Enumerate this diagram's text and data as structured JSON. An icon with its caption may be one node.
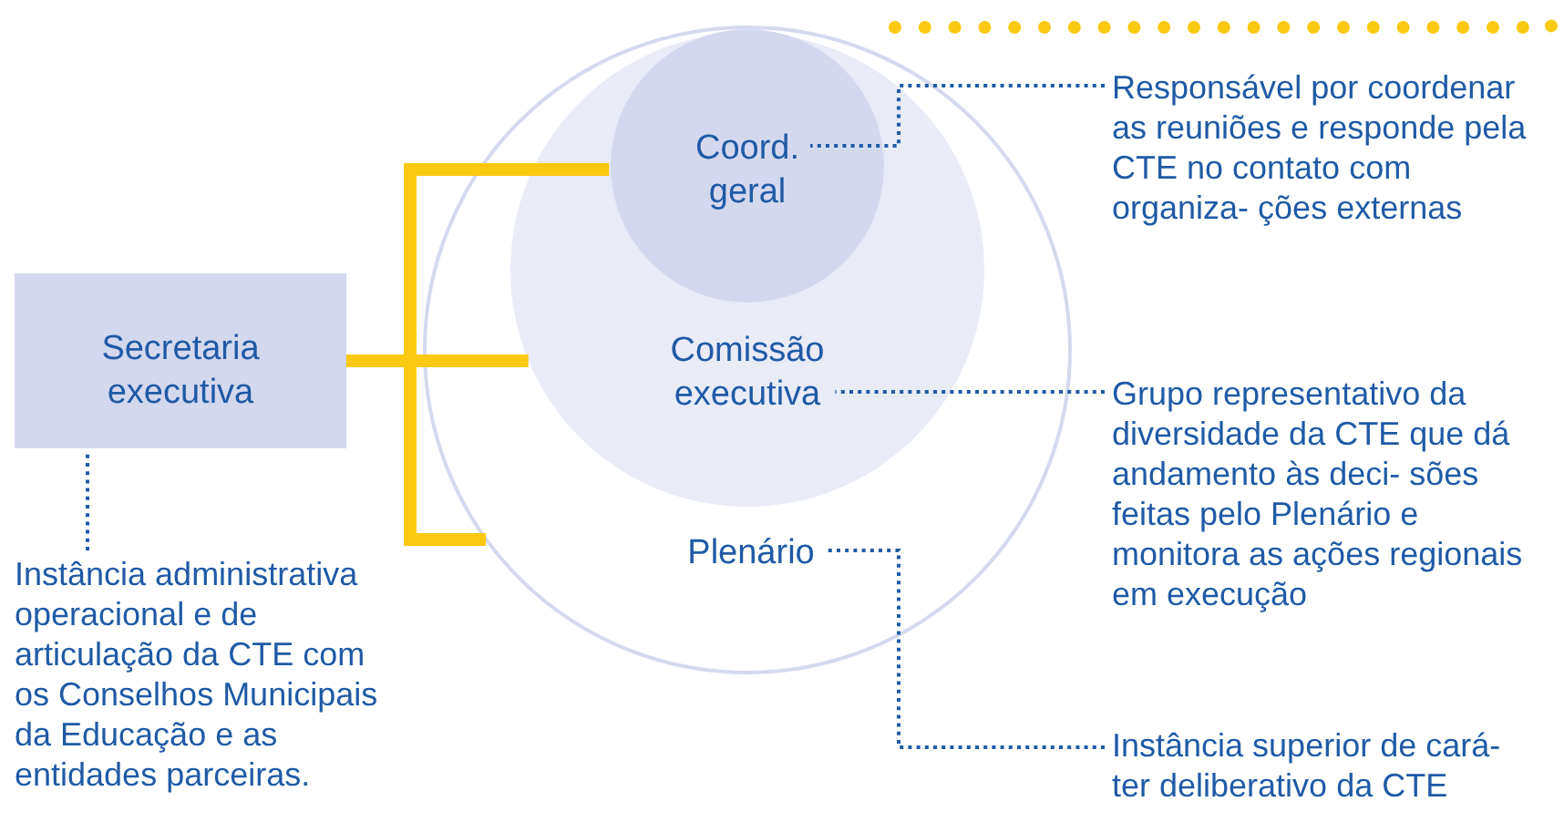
{
  "diagram": {
    "nodes": [
      {
        "text": [
          "Plenário"
        ]
      },
      {
        "text": [
          "Comissão executiva"
        ],
        "in": 0
      },
      {
        "text": [
          "Coord. geral"
        ],
        "in": 1
      },
      {
        "text": [
          "Secretaria executiva"
        ]
      },
      {
        "text": [
          "Instância administrativa operacional e de articulação da CTE com os Conselhos Municipais da Educação e as entidades parceiras."
        ]
      },
      {
        "text": [
          "Responsável por coordenar as reuniões e responde pela CTE no contato com organiza- ções externas"
        ]
      },
      {
        "text": [
          "Grupo representativo da diversidade da CTE que dá andamento às deci- sões feitas pelo Plenário e monitora as ações regionais em execução"
        ]
      },
      {
        "text": [
          "Instância superior de cará- ter deliberativo da CTE"
        ]
      }
    ],
    "edges": [
      {
        "from": 3,
        "to": 2,
        "arrow": "none",
        "style": "thick",
        "color": "#fbc912"
      },
      {
        "from": 3,
        "to": 1,
        "arrow": "none",
        "style": "thick",
        "color": "#fbc912"
      },
      {
        "from": 3,
        "to": 0,
        "arrow": "none",
        "style": "thick",
        "color": "#fbc912"
      },
      {
        "from": 4,
        "to": 3,
        "arrow": "none",
        "style": "dashed"
      },
      {
        "from": 5,
        "to": 2,
        "arrow": "none",
        "style": "dashed"
      },
      {
        "from": 6,
        "to": 1,
        "arrow": "none",
        "style": "dashed"
      },
      {
        "from": 7,
        "to": 0,
        "arrow": "none",
        "style": "dashed"
      }
    ]
  }
}
